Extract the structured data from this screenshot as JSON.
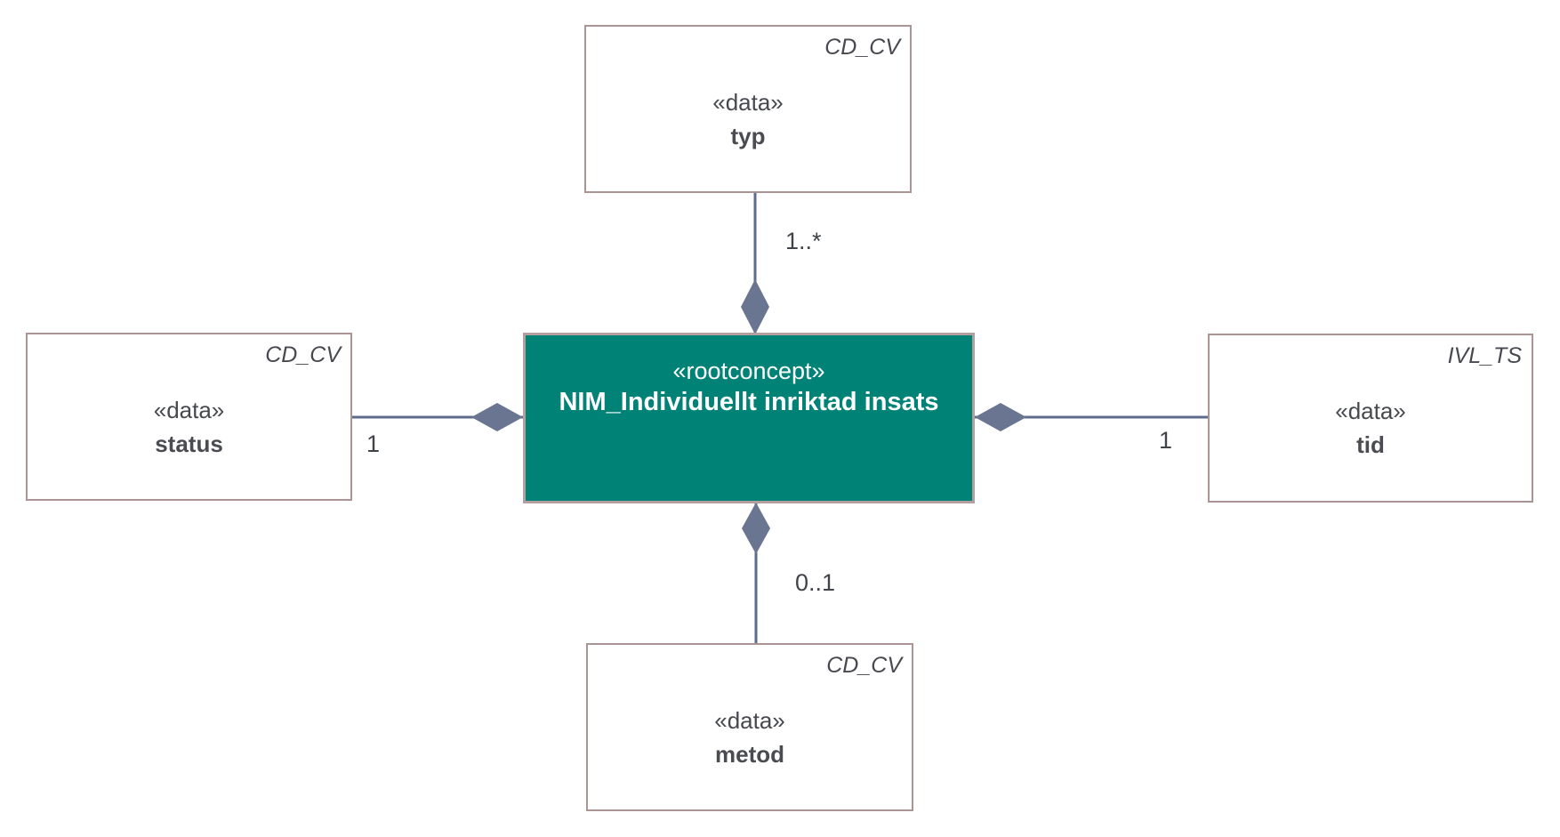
{
  "diagram": {
    "root": {
      "stereotype": "«rootconcept»",
      "name": "NIM_Individuellt inriktad insats"
    },
    "nodes": {
      "typ": {
        "datatype": "CD_CV",
        "stereotype": "«data»",
        "name": "typ",
        "multiplicity": "1..*"
      },
      "status": {
        "datatype": "CD_CV",
        "stereotype": "«data»",
        "name": "status",
        "multiplicity": "1"
      },
      "tid": {
        "datatype": "IVL_TS",
        "stereotype": "«data»",
        "name": "tid",
        "multiplicity": "1"
      },
      "metod": {
        "datatype": "CD_CV",
        "stereotype": "«data»",
        "name": "metod",
        "multiplicity": "0..1"
      }
    },
    "colors": {
      "root_fill": "#008276",
      "root_border": "#b3a09e",
      "node_border": "#ab9494",
      "connector_line": "#5e6c8c",
      "diamond_fill": "#6a7591",
      "text_dark": "#47494f",
      "text_on_root": "#ffffff"
    }
  }
}
